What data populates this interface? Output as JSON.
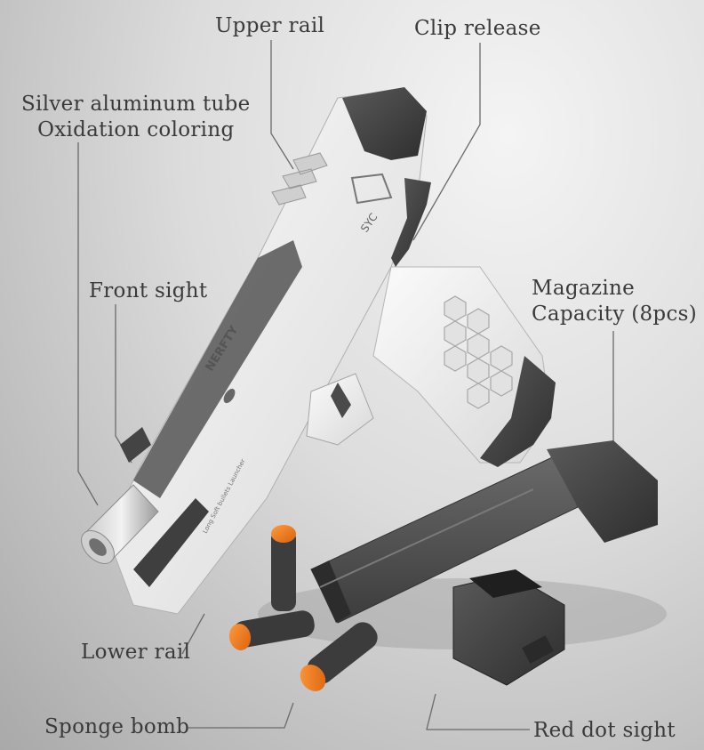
{
  "callouts": {
    "upper_rail": "Upper rail",
    "clip_release": "Clip release",
    "tube_line1": "Silver aluminum tube",
    "tube_line2": "Oxidation coloring",
    "front_sight": "Front sight",
    "magazine_line1": "Magazine",
    "magazine_line2": "Capacity (8pcs)",
    "lower_rail": "Lower rail",
    "sponge_bomb": "Sponge bomb",
    "red_dot_sight": "Red dot sight"
  },
  "product_marks": {
    "brand_on_slide": "NERFTY",
    "model_on_slide": "SYC",
    "frame_text": "Long Soft bullets Launcher"
  },
  "colors": {
    "body_white": "#efefef",
    "grip_dark": "#4a4a4a",
    "dart_tip": "#f07a1e",
    "label_text": "#3a3a3a"
  }
}
